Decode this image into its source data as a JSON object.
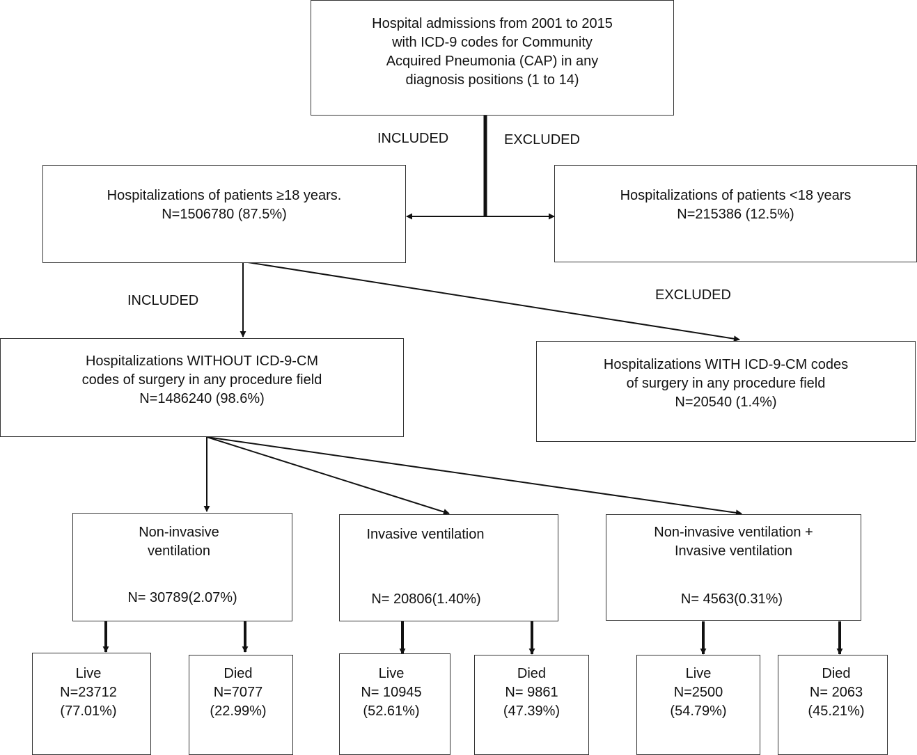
{
  "root": {
    "text": "Hospital admissions from 2001 to 2015\nwith ICD-9 codes for Community\nAcquired Pneumonia (CAP) in any\ndiagnosis positions (1 to 14)"
  },
  "labels": {
    "included_1": "INCLUDED",
    "excluded_1": "EXCLUDED",
    "included_2": "INCLUDED",
    "excluded_2": "EXCLUDED"
  },
  "adults": {
    "text": "Hospitalizations of patients ≥18 years.\nN=1506780 (87.5%)"
  },
  "minors": {
    "text": "Hospitalizations of patients <18 years\nN=215386 (12.5%)"
  },
  "no_surgery": {
    "text": "Hospitalizations WITHOUT ICD-9-CM\ncodes of surgery in any procedure field\nN=1486240 (98.6%)"
  },
  "surgery": {
    "text": "Hospitalizations WITH ICD-9-CM codes\nof surgery in any procedure field\nN=20540 (1.4%)"
  },
  "niv": {
    "title": "Non-invasive\nventilation",
    "n": "N= 30789(2.07%)"
  },
  "iv": {
    "title": "Invasive ventilation",
    "n": "N= 20806(1.40%)"
  },
  "both": {
    "title": "Non-invasive ventilation +\nInvasive ventilation",
    "n": "N= 4563(0.31%)"
  },
  "outcomes": {
    "niv_live": "Live\nN=23712\n(77.01%)",
    "niv_died": "Died\nN=7077\n(22.99%)",
    "iv_live": "Live\nN= 10945\n(52.61%)",
    "iv_died": "Died\nN= 9861\n(47.39%)",
    "both_live": "Live\nN=2500\n(54.79%)",
    "both_died": "Died\nN= 2063\n(45.21%)"
  }
}
